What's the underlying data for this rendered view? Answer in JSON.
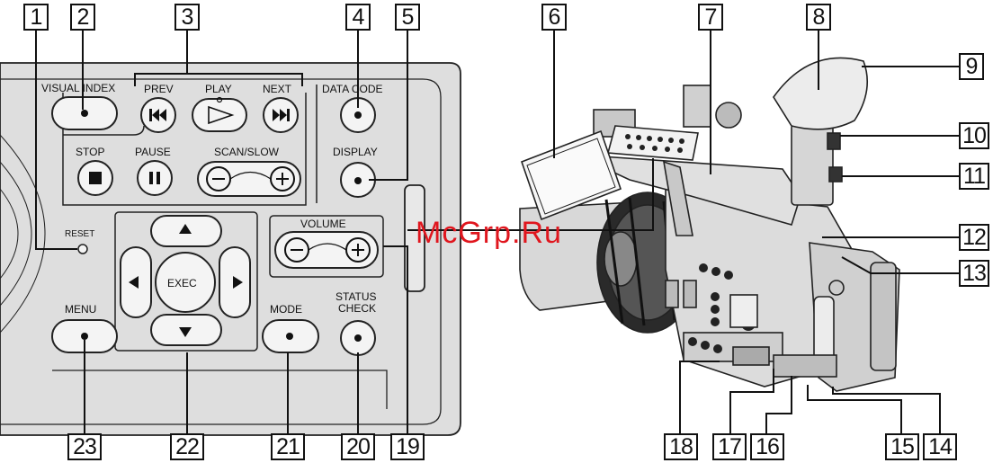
{
  "callouts": {
    "c1": "1",
    "c2": "2",
    "c3": "3",
    "c4": "4",
    "c5": "5",
    "c6": "6",
    "c7": "7",
    "c8": "8",
    "c9": "9",
    "c10": "10",
    "c11": "11",
    "c12": "12",
    "c13": "13",
    "c14": "14",
    "c15": "15",
    "c16": "16",
    "c17": "17",
    "c18": "18",
    "c19": "19",
    "c20": "20",
    "c21": "21",
    "c22": "22",
    "c23": "23"
  },
  "panel_labels": {
    "visual_index": "VISUAL INDEX",
    "prev": "PREV",
    "play": "PLAY",
    "next": "NEXT",
    "data_code": "DATA CODE",
    "stop": "STOP",
    "pause": "PAUSE",
    "scan_slow": "SCAN/SLOW",
    "display": "DISPLAY",
    "volume": "VOLUME",
    "reset": "RESET",
    "exec": "EXEC",
    "menu": "MENU",
    "mode": "MODE",
    "status_check_line1": "STATUS",
    "status_check_line2": "CHECK"
  },
  "watermark": "McGrp.Ru",
  "colors": {
    "panel": "#dedede",
    "button": "#f4f4f4",
    "outline": "#222222",
    "watermark": "#e0161e"
  }
}
